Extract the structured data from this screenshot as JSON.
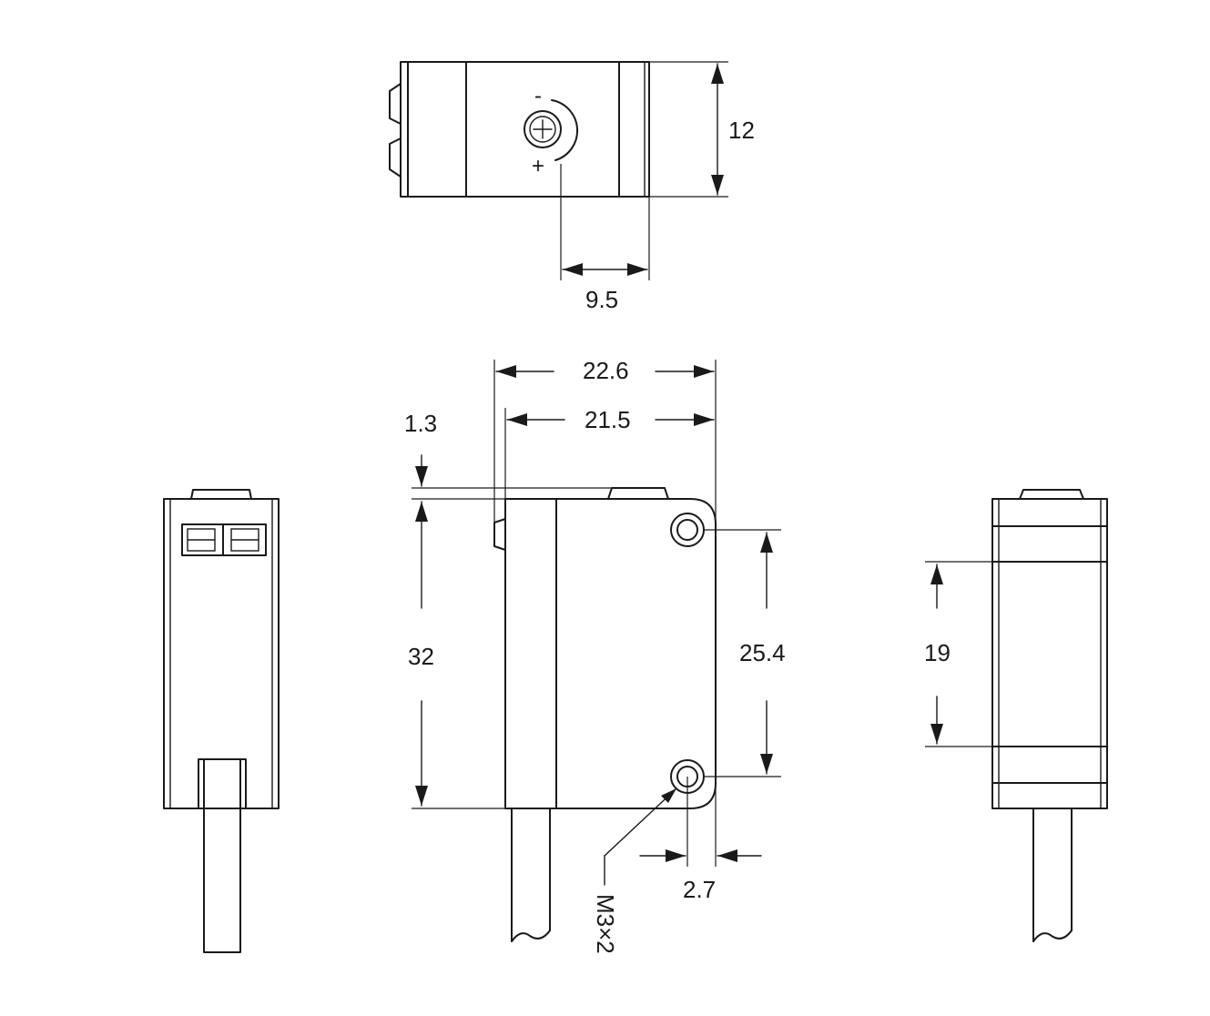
{
  "colors": {
    "line": "#1a1a1a",
    "background": "#ffffff"
  },
  "top_view": {
    "height": "12",
    "offset": "9.5",
    "adjust_minus": "-",
    "adjust_plus": "+"
  },
  "front_view": {
    "width_overall": "22.6",
    "width_body": "21.5",
    "top_step": "1.3",
    "height": "32",
    "hole_spacing": "25.4",
    "hole_edge": "2.7",
    "hole_spec": "M3×2"
  },
  "right_view": {
    "window_height": "19"
  }
}
